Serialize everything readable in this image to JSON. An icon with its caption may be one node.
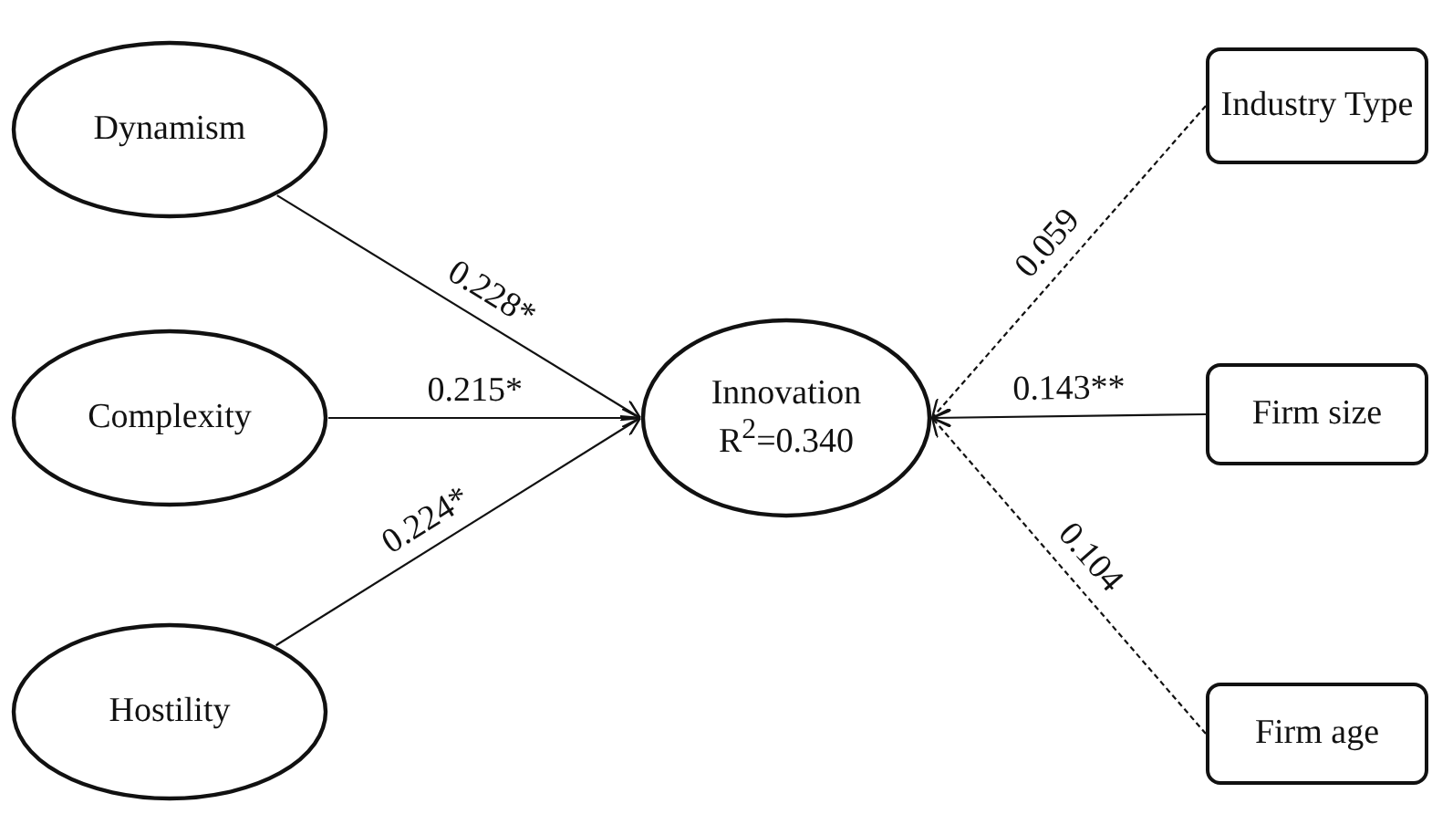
{
  "diagram": {
    "nodes": [
      {
        "text": [
          "Dynamism"
        ]
      },
      {
        "text": [
          "Complexity"
        ]
      },
      {
        "text": [
          "Hostility"
        ]
      },
      {
        "text": [
          "Innovation",
          "R$^{2}$=0.340"
        ]
      },
      {
        "text": [
          "Industry Type"
        ]
      },
      {
        "text": [
          "Firm size"
        ]
      },
      {
        "text": [
          "Firm age"
        ]
      }
    ],
    "edges": [
      {
        "from": 0,
        "to": 3,
        "arrow": "to",
        "label": "0.228*"
      },
      {
        "from": 1,
        "to": 3,
        "arrow": "to",
        "label": "0.215*"
      },
      {
        "from": 2,
        "to": 3,
        "arrow": "to",
        "label": "0.224*"
      },
      {
        "from": 4,
        "to": 3,
        "arrow": "to",
        "label": "0.059",
        "style": "dashed"
      },
      {
        "from": 5,
        "to": 3,
        "arrow": "to",
        "label": "0.143**"
      },
      {
        "from": 6,
        "to": 3,
        "arrow": "to",
        "label": "0.104",
        "style": "dashed"
      }
    ]
  }
}
